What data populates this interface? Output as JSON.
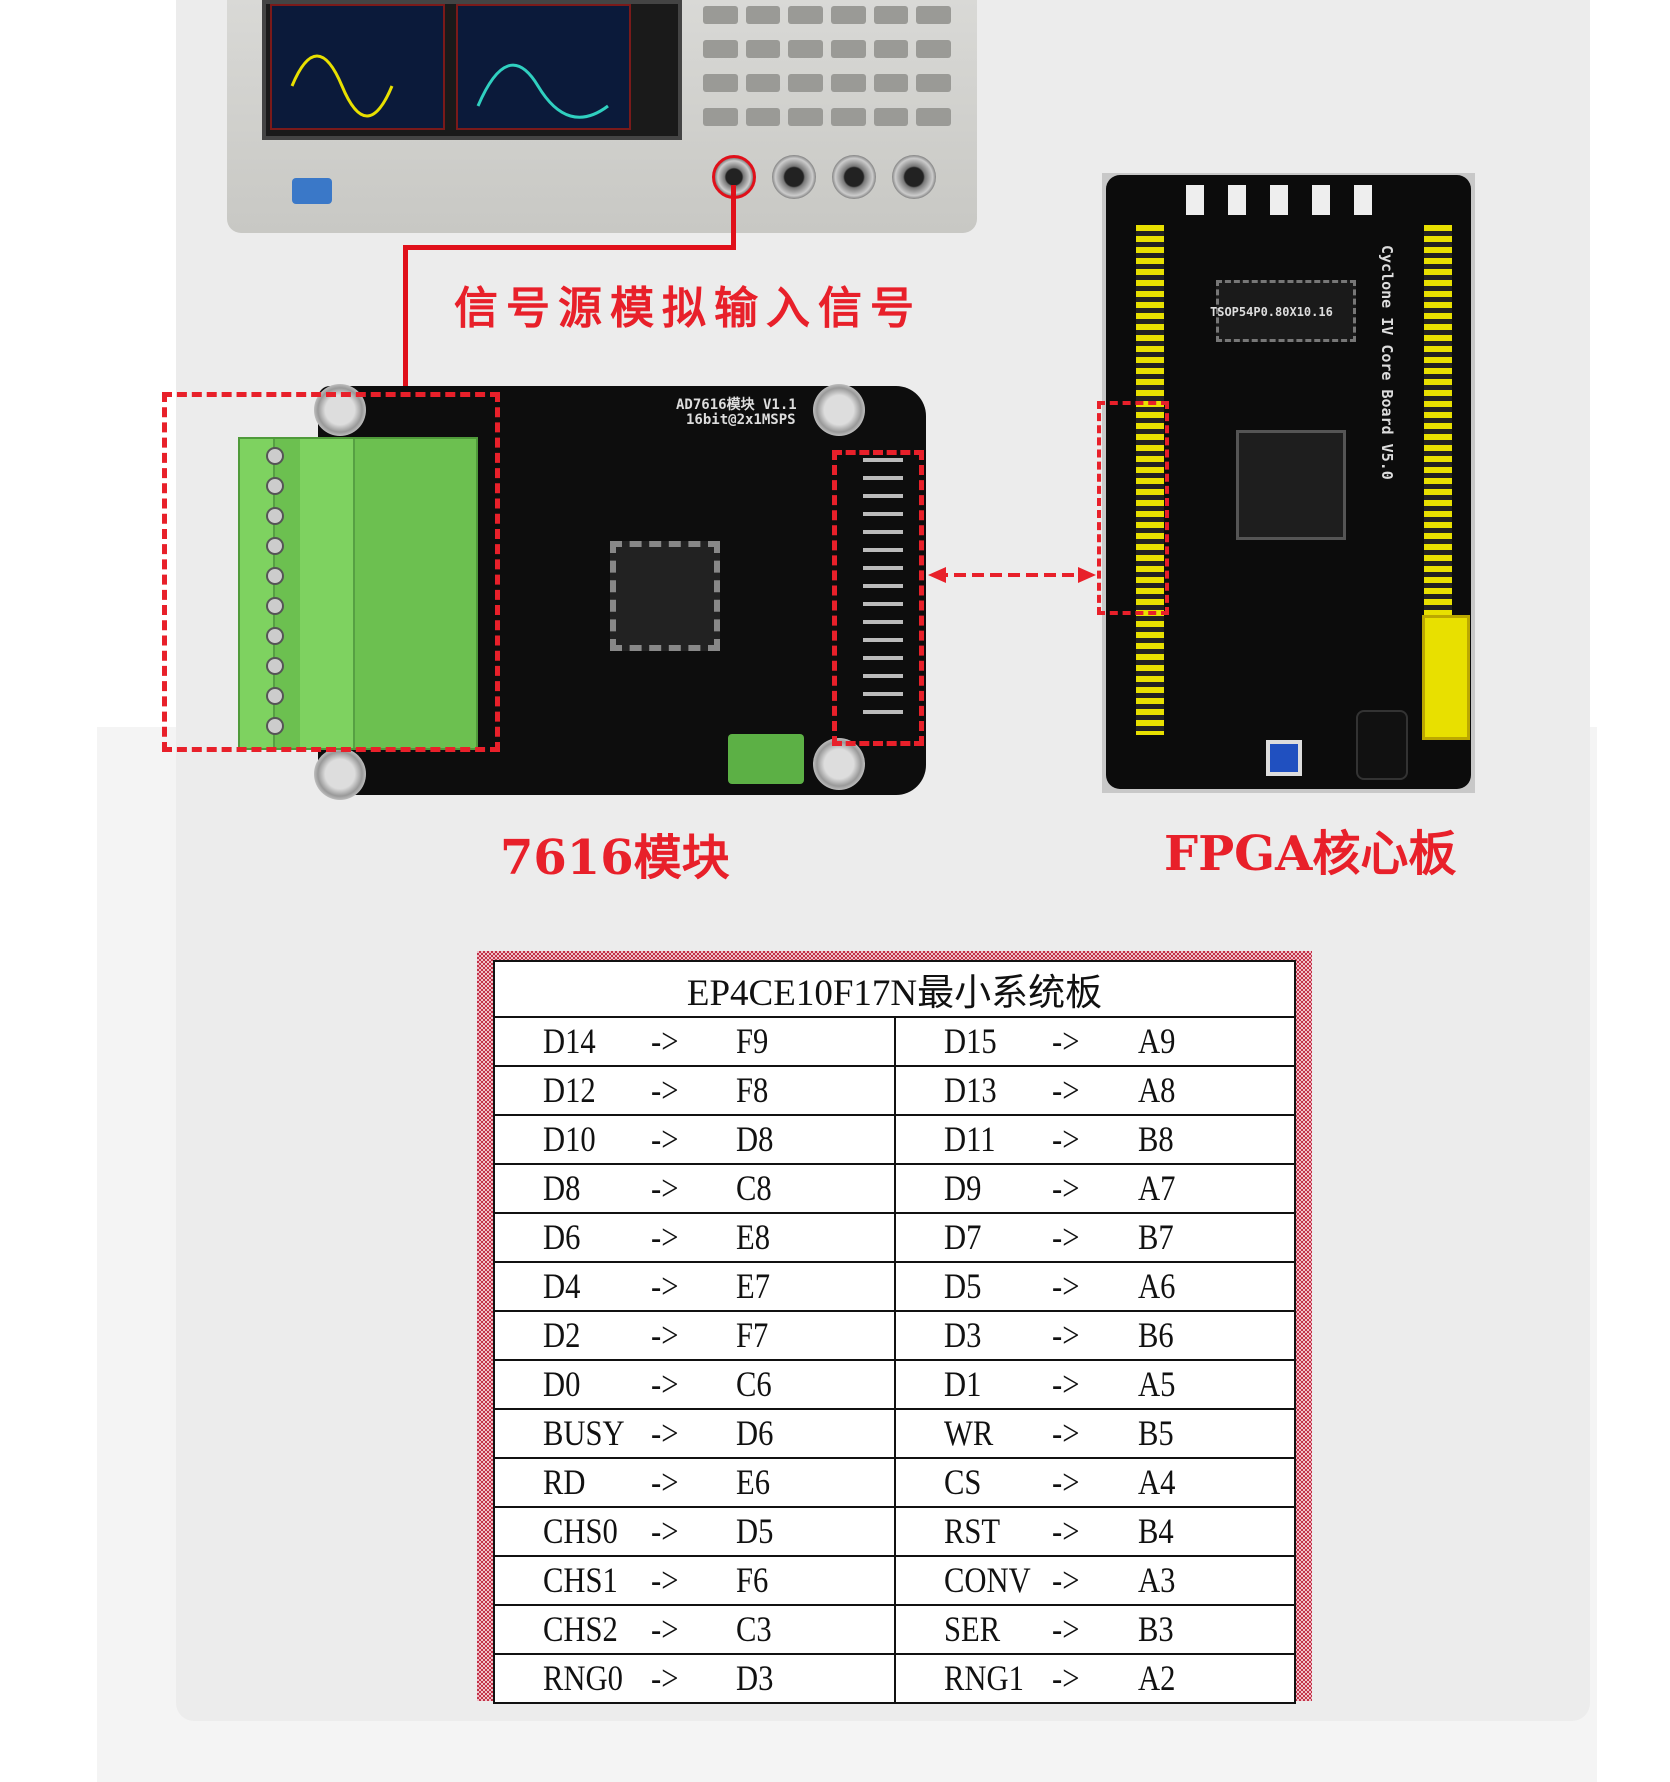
{
  "annotations": {
    "signal_label": "信号源模拟输入信号",
    "module_label": "7616模块",
    "fpga_label": "FPGA核心板"
  },
  "board_silk": {
    "ad_title": "AD7616模块 V1.1",
    "ad_spec": "16bit@2x1MSPS",
    "fpga_title": "Cyclone IV Core Board V5.0",
    "fpga_chip": "TSOP54P0.80X10.16"
  },
  "colors": {
    "accent_red": "#e8202a",
    "terminal_green": "#6cc050",
    "header_yellow": "#e8e000"
  },
  "table": {
    "title": "EP4CE10F17N最小系统板",
    "arrow": "->",
    "rows": [
      [
        [
          "D14",
          "F9"
        ],
        [
          "D15",
          "A9"
        ]
      ],
      [
        [
          "D12",
          "F8"
        ],
        [
          "D13",
          "A8"
        ]
      ],
      [
        [
          "D10",
          "D8"
        ],
        [
          "D11",
          "B8"
        ]
      ],
      [
        [
          "D8",
          "C8"
        ],
        [
          "D9",
          "A7"
        ]
      ],
      [
        [
          "D6",
          "E8"
        ],
        [
          "D7",
          "B7"
        ]
      ],
      [
        [
          "D4",
          "E7"
        ],
        [
          "D5",
          "A6"
        ]
      ],
      [
        [
          "D2",
          "F7"
        ],
        [
          "D3",
          "B6"
        ]
      ],
      [
        [
          "D0",
          "C6"
        ],
        [
          "D1",
          "A5"
        ]
      ],
      [
        [
          "BUSY",
          "D6"
        ],
        [
          "WR",
          "B5"
        ]
      ],
      [
        [
          "RD",
          "E6"
        ],
        [
          "CS",
          "A4"
        ]
      ],
      [
        [
          "CHS0",
          "D5"
        ],
        [
          "RST",
          "B4"
        ]
      ],
      [
        [
          "CHS1",
          "F6"
        ],
        [
          "CONV",
          "A3"
        ]
      ],
      [
        [
          "CHS2",
          "C3"
        ],
        [
          "SER",
          "B3"
        ]
      ],
      [
        [
          "RNG0",
          "D3"
        ],
        [
          "RNG1",
          "A2"
        ]
      ]
    ]
  }
}
